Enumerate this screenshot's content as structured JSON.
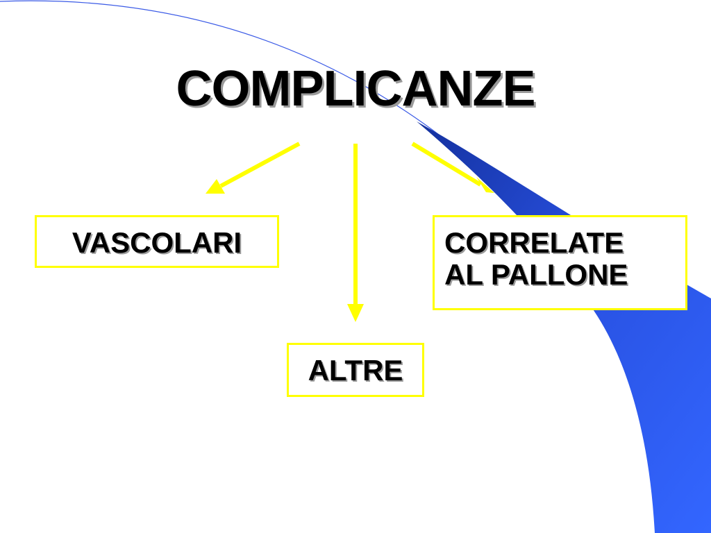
{
  "slide": {
    "title": "COMPLICANZE",
    "branches": {
      "left": {
        "label": "VASCOLARI"
      },
      "right": {
        "lines": [
          "CORRELATE",
          "AL PALLONE"
        ]
      },
      "center": {
        "label": "ALTRE"
      }
    }
  },
  "colors": {
    "arrow": "#ffff00",
    "box_border": "#ffff00",
    "decor_dark_blue": "#1a3fae",
    "decor_blue": "#3366ff",
    "decor_line": "#3a5ae6",
    "text": "#000000",
    "text_shadow": "#9a9a9a"
  }
}
